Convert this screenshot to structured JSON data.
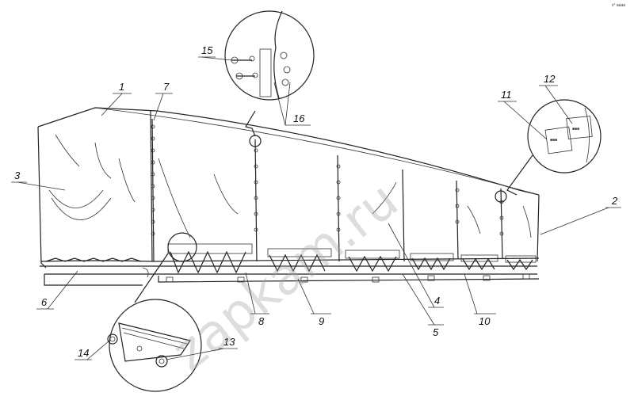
{
  "watermark": "zapkam.ru",
  "corner_text": "x° аааа",
  "callouts": [
    {
      "num": "1"
    },
    {
      "num": "2"
    },
    {
      "num": "3"
    },
    {
      "num": "4"
    },
    {
      "num": "5"
    },
    {
      "num": "6"
    },
    {
      "num": "7"
    },
    {
      "num": "8"
    },
    {
      "num": "9"
    },
    {
      "num": "10"
    },
    {
      "num": "11"
    },
    {
      "num": "12"
    },
    {
      "num": "13"
    },
    {
      "num": "14"
    },
    {
      "num": "15"
    },
    {
      "num": "16"
    }
  ]
}
